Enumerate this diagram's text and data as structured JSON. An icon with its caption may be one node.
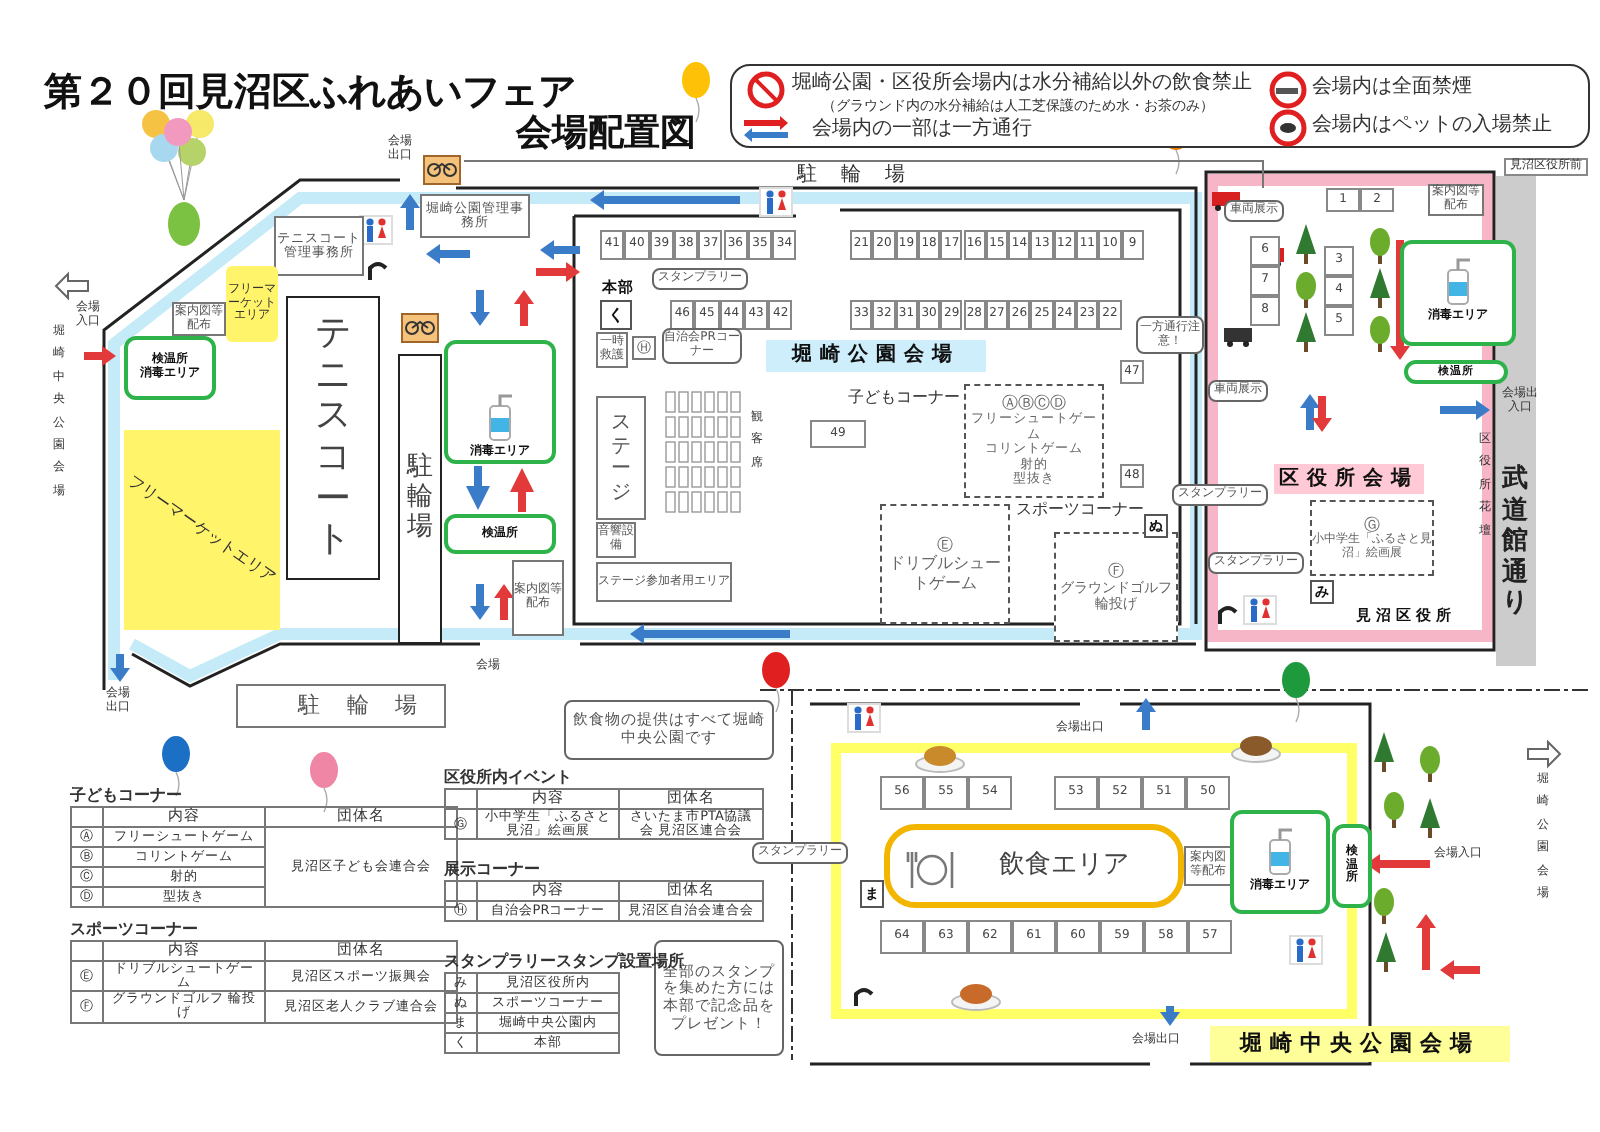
{
  "diagram": {
    "title": "第２０回見沼区ふれあいフェア",
    "nodes": [
      {
        "text": [
          "堀崎公園・区役所会場内は水分補給以外の飲食禁止",
          "（グラウンド内の水分補給は人工芝保護のため水・お茶のみ）",
          "会場内の一部は一方通行",
          "会場内は全面禁煙",
          "会場内はペットの入場禁止"
        ]
      },
      {
        "text": [
          "堀崎公園管理事務所"
        ]
      },
      {
        "text": [
          "テニスコート管理事務所"
        ]
      },
      {
        "text": [
          "フリーマーケットエリア"
        ]
      },
      {
        "text": [
          "案内図等配布"
        ]
      },
      {
        "text": [
          "検温所",
          "消毒エリア"
        ]
      },
      {
        "text": [
          "テニスコート"
        ]
      },
      {
        "text": [
          "駐輪場"
        ]
      },
      {
        "text": [
          "消毒エリア"
        ]
      },
      {
        "text": [
          "検温所"
        ]
      },
      {
        "text": [
          "案内図等配布"
        ]
      },
      {
        "text": [
          "フリーマーケットエリア"
        ]
      },
      {
        "text": [
          "駐輪場"
        ]
      },
      {
        "text": [
          "駐輪場"
        ]
      },
      {
        "text": [
          "堀崎公園会場"
        ]
      },
      {
        "text": [
          "41"
        ]
      },
      {
        "text": [
          "40"
        ]
      },
      {
        "text": [
          "39"
        ]
      },
      {
        "text": [
          "38"
        ]
      },
      {
        "text": [
          "37"
        ]
      },
      {
        "text": [
          "36"
        ]
      },
      {
        "text": [
          "35"
        ]
      },
      {
        "text": [
          "34"
        ]
      },
      {
        "text": [
          "く"
        ],
        "beside": [
          "本部"
        ]
      },
      {
        "text": [
          "46"
        ]
      },
      {
        "text": [
          "45"
        ]
      },
      {
        "text": [
          "44"
        ]
      },
      {
        "text": [
          "43"
        ]
      },
      {
        "text": [
          "42"
        ]
      },
      {
        "text": [
          "一時救護"
        ]
      },
      {
        "text": [
          "Ⓗ"
        ]
      },
      {
        "text": [
          "自治会PRコーナー"
        ]
      },
      {
        "text": [
          "スタンプラリー"
        ]
      },
      {
        "text": [
          "21"
        ]
      },
      {
        "text": [
          "20"
        ]
      },
      {
        "text": [
          "19"
        ]
      },
      {
        "text": [
          "18"
        ]
      },
      {
        "text": [
          "17"
        ]
      },
      {
        "text": [
          "16"
        ]
      },
      {
        "text": [
          "15"
        ]
      },
      {
        "text": [
          "14"
        ]
      },
      {
        "text": [
          "13"
        ]
      },
      {
        "text": [
          "12"
        ]
      },
      {
        "text": [
          "11"
        ]
      },
      {
        "text": [
          "10"
        ]
      },
      {
        "text": [
          "9"
        ]
      },
      {
        "text": [
          "33"
        ]
      },
      {
        "text": [
          "32"
        ]
      },
      {
        "text": [
          "31"
        ]
      },
      {
        "text": [
          "30"
        ]
      },
      {
        "text": [
          "29"
        ]
      },
      {
        "text": [
          "28"
        ]
      },
      {
        "text": [
          "27"
        ]
      },
      {
        "text": [
          "26"
        ]
      },
      {
        "text": [
          "25"
        ]
      },
      {
        "text": [
          "24"
        ]
      },
      {
        "text": [
          "23"
        ]
      },
      {
        "text": [
          "22"
        ]
      },
      {
        "text": [
          "ステージ"
        ]
      },
      {
        "text": [
          "音響設備"
        ]
      },
      {
        "text": [
          "ステージ参加者用エリア"
        ]
      },
      {
        "text": [
          "49"
        ]
      },
      {
        "text": [
          "ⒶⒷⒸⒹ",
          "フリーシュートゲーム",
          "コリントゲーム",
          "射的",
          "型抜き"
        ]
      },
      {
        "text": [
          "47"
        ]
      },
      {
        "text": [
          "一方通行注意！"
        ]
      },
      {
        "text": [
          "48"
        ]
      },
      {
        "text": [
          "Ⓔ",
          "ドリブルシュートゲーム"
        ]
      },
      {
        "text": [
          "Ⓕ",
          "グラウンドゴルフ",
          "輪投げ"
        ]
      },
      {
        "text": [
          "ぬ"
        ]
      },
      {
        "text": [
          "スタンプラリー"
        ]
      },
      {
        "text": [
          "1"
        ]
      },
      {
        "text": [
          "2"
        ]
      },
      {
        "text": [
          "案内図等配布"
        ]
      },
      {
        "text": [
          "車両展示"
        ]
      },
      {
        "text": [
          "6"
        ]
      },
      {
        "text": [
          "7"
        ]
      },
      {
        "text": [
          "8"
        ]
      },
      {
        "text": [
          "3"
        ]
      },
      {
        "text": [
          "4"
        ]
      },
      {
        "text": [
          "5"
        ]
      },
      {
        "text": [
          "消毒エリア"
        ]
      },
      {
        "text": [
          "検温所"
        ]
      },
      {
        "text": [
          "車両展示"
        ]
      },
      {
        "text": [
          "区役所会場"
        ]
      },
      {
        "text": [
          "Ⓖ",
          "小中学生「ふるさと見沼」絵画展"
        ]
      },
      {
        "text": [
          "スタンプラリー"
        ]
      },
      {
        "text": [
          "み"
        ]
      },
      {
        "text": [
          "飲食物の提供はすべて堀崎中央公園です"
        ]
      },
      {
        "text": [
          "全部のスタンプを集めた方には本部で記念品をプレゼント！"
        ]
      },
      {
        "text": [
          "56"
        ]
      },
      {
        "text": [
          "55"
        ]
      },
      {
        "text": [
          "54"
        ]
      },
      {
        "text": [
          "53"
        ]
      },
      {
        "text": [
          "52"
        ]
      },
      {
        "text": [
          "51"
        ]
      },
      {
        "text": [
          "50"
        ]
      },
      {
        "text": [
          "飲食エリア"
        ]
      },
      {
        "text": [
          "スタンプラリー"
        ]
      },
      {
        "text": [
          "ま"
        ]
      },
      {
        "text": [
          "案内図等配布"
        ]
      },
      {
        "text": [
          "消毒エリア"
        ]
      },
      {
        "text": [
          "検温所"
        ]
      },
      {
        "text": [
          "64"
        ]
      },
      {
        "text": [
          "63"
        ]
      },
      {
        "text": [
          "62"
        ]
      },
      {
        "text": [
          "61"
        ]
      },
      {
        "text": [
          "60"
        ]
      },
      {
        "text": [
          "59"
        ]
      },
      {
        "text": [
          "58"
        ]
      },
      {
        "text": [
          "57"
        ]
      },
      {
        "text": [
          "堀崎中央公園会場"
        ]
      }
    ],
    "edges": [
      {
        "from": 8,
        "to": 9,
        "arrow": "to",
        "color": "#3b7cc9"
      },
      {
        "from": 9,
        "to": 8,
        "arrow": "to",
        "color": "#e23a3a"
      }
    ],
    "labels": [
      "会場出口",
      "会場配置図",
      "会場入口",
      "堀崎中央公園会場",
      "会場出口",
      "会場",
      "子どもコーナー",
      "スポーツコーナー",
      "観客席",
      "見沼区役所前",
      "会場出入口",
      "区役所花壇",
      "武道館通り",
      "見沼区役所",
      "会場出口",
      "会場入口",
      "堀崎公園会場",
      "会場出口",
      "子どもコーナー",
      "内容",
      "団体名",
      "Ⓐ",
      "フリーシュートゲーム",
      "見沼区子ども会連合会",
      "Ⓑ",
      "コリントゲーム",
      "Ⓒ",
      "射的",
      "Ⓓ",
      "型抜き",
      "スポーツコーナー",
      "内容",
      "団体名",
      "Ⓔ",
      "ドリブルシュートゲーム",
      "見沼区スポーツ振興会",
      "Ⓕ",
      "グラウンドゴルフ 輪投げ",
      "見沼区老人クラブ連合会",
      "区役所内イベント",
      "内容",
      "団体名",
      "Ⓖ",
      "小中学生「ふるさと見沼」絵画展",
      "さいたま市PTA協議会 見沼区連合会",
      "展示コーナー",
      "内容",
      "団体名",
      "Ⓗ",
      "自治会PRコーナー",
      "見沼区自治会連合会",
      "スタンプラリースタンプ設置場所",
      "み",
      "見沼区役所内",
      "ぬ",
      "スポーツコーナー",
      "ま",
      "堀崎中央公園内",
      "く",
      "本部"
    ]
  }
}
